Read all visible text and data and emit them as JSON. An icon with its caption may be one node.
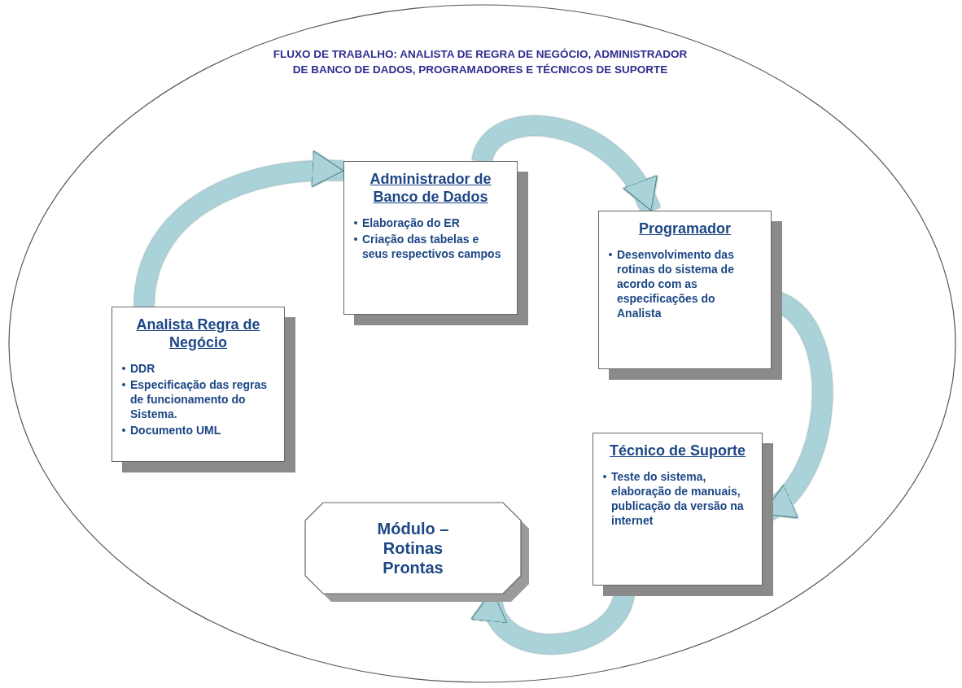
{
  "diagram": {
    "nodes": [
      {
        "text": [
          "FLUXO DE TRABALHO: ANALISTA DE REGRA DE NEGÓCIO, ADMINISTRADOR DE BANCO DE DADOS, PROGRAMADORES E TÉCNICOS DE SUPORTE"
        ]
      },
      {
        "text": [
          "Analista Regra de Negócio",
          "DDR",
          "Especificação das regras de funcionamento do Sistema.",
          "Documento UML"
        ],
        "in": 0
      },
      {
        "text": [
          "Administrador de Banco de Dados",
          "Elaboração do ER",
          "Criação das tabelas e seus respectivos campos"
        ],
        "in": 0
      },
      {
        "text": [
          "Programador",
          "Desenvolvimento das rotinas do sistema de acordo com as especificações do Analista"
        ],
        "in": 0
      },
      {
        "text": [
          "Técnico de Suporte",
          "Teste do sistema, elaboração de manuais, publicação da versão na internet"
        ],
        "in": 0
      },
      {
        "text": [
          "Módulo – Rotinas Prontas"
        ],
        "in": 0
      }
    ],
    "edges": [
      {
        "from": 1,
        "to": 2,
        "arrow": "to"
      },
      {
        "from": 2,
        "to": 3,
        "arrow": "to"
      },
      {
        "from": 3,
        "to": 4,
        "arrow": "to"
      },
      {
        "from": 4,
        "to": 5,
        "arrow": "to"
      }
    ]
  }
}
